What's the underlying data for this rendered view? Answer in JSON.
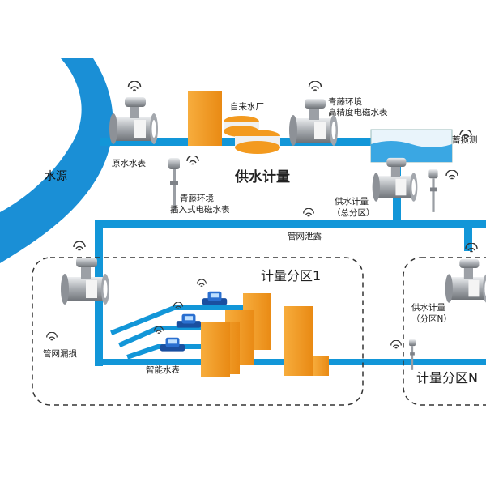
{
  "title": "供水计量",
  "labels": {
    "water_source": "水源",
    "raw_water_meter": "原水水表",
    "waterworks": "自来水厂",
    "hp_meter_line1": "青藤环境",
    "hp_meter_line2": "高精度电磁水表",
    "storage_loss": "蓄损测",
    "insert_meter_line1": "青藤环境",
    "insert_meter_line2": "插入式电磁水表",
    "supply_total_line1": "供水计量",
    "supply_total_line2": "（总分区）",
    "pipe_leak": "管网泄露",
    "zone1": "计量分区1",
    "network_loss": "管网漏损",
    "smart_meter": "智能水表",
    "supply_n_line1": "供水计量",
    "supply_n_line2": "（分区N）",
    "zoneN": "计量分区N"
  },
  "colors": {
    "pipe": "#1296d8",
    "river": "#1a8fd6",
    "building": "#f39a1f",
    "meter_steel": "#b9bcc0",
    "meter_flange": "#8c9096",
    "water_tank": "#3aa7e3",
    "smart_meter_blue": "#1c5db0",
    "dashed": "#333333"
  },
  "icons": [
    "wifi-signal-icon",
    "electromagnetic-meter-icon",
    "insertion-meter-icon",
    "smart-water-meter-icon"
  ]
}
